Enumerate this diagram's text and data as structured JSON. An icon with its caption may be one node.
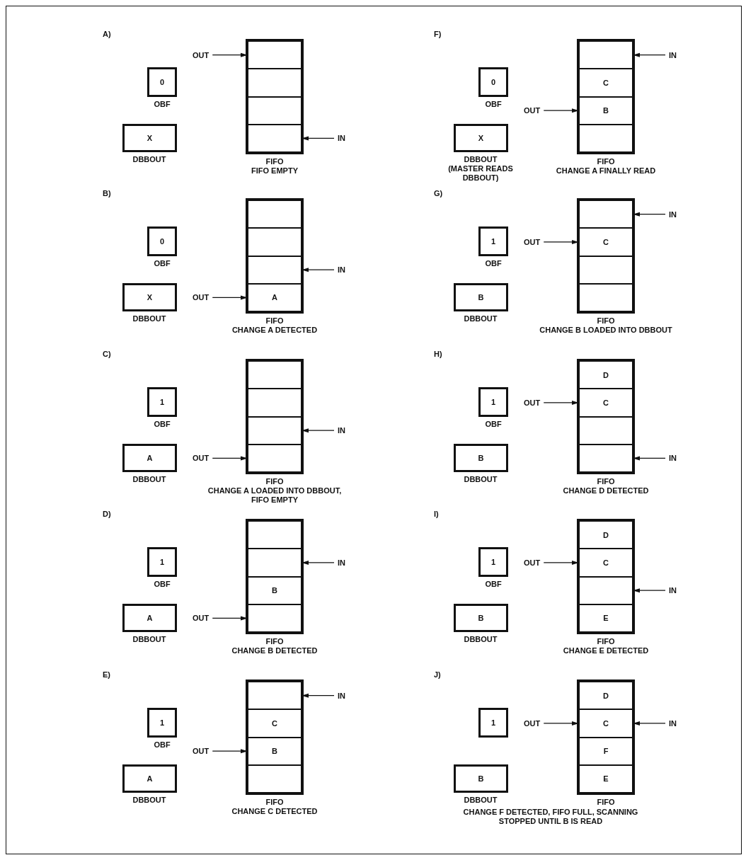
{
  "diagram": {
    "nodes": [
      {
        "text": [
          "0"
        ],
        "beside": [
          "OBF"
        ]
      },
      {
        "text": [
          "X"
        ],
        "beside": [
          "DBBOUT"
        ]
      },
      {
        "text": [],
        "shape": "box",
        "beside": [
          "FIFO",
          "FIFO EMPTY"
        ]
      },
      {
        "text": [],
        "shape": "box",
        "in": 2
      },
      {
        "text": [],
        "shape": "box",
        "in": 2
      },
      {
        "text": [],
        "shape": "box",
        "in": 2
      },
      {
        "text": [],
        "shape": "box",
        "in": 2
      },
      {
        "text": [
          "OUT"
        ]
      },
      {
        "text": [
          "IN"
        ]
      },
      {
        "text": [
          "0"
        ],
        "beside": [
          "OBF"
        ]
      },
      {
        "text": [
          "X"
        ],
        "beside": [
          "DBBOUT"
        ]
      },
      {
        "text": [],
        "shape": "box",
        "beside": [
          "FIFO",
          "CHANGE A DETECTED"
        ]
      },
      {
        "text": [],
        "shape": "box",
        "in": 11
      },
      {
        "text": [],
        "shape": "box",
        "in": 11
      },
      {
        "text": [],
        "shape": "box",
        "in": 11
      },
      {
        "text": [
          "A"
        ],
        "in": 11
      },
      {
        "text": [
          "OUT"
        ]
      },
      {
        "text": [
          "IN"
        ]
      },
      {
        "text": [
          "1"
        ],
        "beside": [
          "OBF"
        ]
      },
      {
        "text": [
          "A"
        ],
        "beside": [
          "DBBOUT"
        ]
      },
      {
        "text": [],
        "shape": "box",
        "beside": [
          "FIFO",
          "CHANGE A LOADED INTO DBBOUT, FIFO EMPTY"
        ]
      },
      {
        "text": [],
        "shape": "box",
        "in": 20
      },
      {
        "text": [],
        "shape": "box",
        "in": 20
      },
      {
        "text": [],
        "shape": "box",
        "in": 20
      },
      {
        "text": [],
        "shape": "box",
        "in": 20
      },
      {
        "text": [
          "OUT"
        ]
      },
      {
        "text": [
          "IN"
        ]
      },
      {
        "text": [
          "1"
        ],
        "beside": [
          "OBF"
        ]
      },
      {
        "text": [
          "A"
        ],
        "beside": [
          "DBBOUT"
        ]
      },
      {
        "text": [],
        "shape": "box",
        "beside": [
          "FIFO",
          "CHANGE B DETECTED"
        ]
      },
      {
        "text": [],
        "shape": "box",
        "in": 29
      },
      {
        "text": [],
        "shape": "box",
        "in": 29
      },
      {
        "text": [
          "B"
        ],
        "in": 29
      },
      {
        "text": [],
        "shape": "box",
        "in": 29
      },
      {
        "text": [
          "OUT"
        ]
      },
      {
        "text": [
          "IN"
        ]
      },
      {
        "text": [
          "1"
        ],
        "beside": [
          "OBF"
        ]
      },
      {
        "text": [
          "A"
        ],
        "beside": [
          "DBBOUT"
        ]
      },
      {
        "text": [],
        "shape": "box",
        "beside": [
          "FIFO",
          "CHANGE C DETECTED"
        ]
      },
      {
        "text": [],
        "shape": "box",
        "in": 38
      },
      {
        "text": [
          "C"
        ],
        "in": 38
      },
      {
        "text": [
          "B"
        ],
        "in": 38
      },
      {
        "text": [],
        "shape": "box",
        "in": 38
      },
      {
        "text": [
          "OUT"
        ]
      },
      {
        "text": [
          "IN"
        ]
      },
      {
        "text": [
          "0"
        ],
        "beside": [
          "OBF"
        ]
      },
      {
        "text": [
          "X"
        ],
        "beside": [
          "DBBOUT",
          "(MASTER READS DBBOUT)"
        ]
      },
      {
        "text": [],
        "shape": "box",
        "beside": [
          "FIFO",
          "CHANGE A FINALLY READ"
        ]
      },
      {
        "text": [],
        "shape": "box",
        "in": 47
      },
      {
        "text": [
          "C"
        ],
        "in": 47
      },
      {
        "text": [
          "B"
        ],
        "in": 47
      },
      {
        "text": [],
        "shape": "box",
        "in": 47
      },
      {
        "text": [
          "OUT"
        ]
      },
      {
        "text": [
          "IN"
        ]
      },
      {
        "text": [
          "1"
        ],
        "beside": [
          "OBF"
        ]
      },
      {
        "text": [
          "B"
        ],
        "beside": [
          "DBBOUT"
        ]
      },
      {
        "text": [],
        "shape": "box",
        "beside": [
          "FIFO",
          "CHANGE B LOADED INTO DBBOUT"
        ]
      },
      {
        "text": [],
        "shape": "box",
        "in": 56
      },
      {
        "text": [
          "C"
        ],
        "in": 56
      },
      {
        "text": [],
        "shape": "box",
        "in": 56
      },
      {
        "text": [],
        "shape": "box",
        "in": 56
      },
      {
        "text": [
          "OUT"
        ]
      },
      {
        "text": [
          "IN"
        ]
      },
      {
        "text": [
          "1"
        ],
        "beside": [
          "OBF"
        ]
      },
      {
        "text": [
          "B"
        ],
        "beside": [
          "DBBOUT"
        ]
      },
      {
        "text": [],
        "shape": "box",
        "beside": [
          "FIFO",
          "CHANGE D DETECTED"
        ]
      },
      {
        "text": [
          "D"
        ],
        "in": 65
      },
      {
        "text": [
          "C"
        ],
        "in": 65
      },
      {
        "text": [],
        "shape": "box",
        "in": 65
      },
      {
        "text": [],
        "shape": "box",
        "in": 65
      },
      {
        "text": [
          "OUT"
        ]
      },
      {
        "text": [
          "IN"
        ]
      },
      {
        "text": [
          "1"
        ],
        "beside": [
          "OBF"
        ]
      },
      {
        "text": [
          "B"
        ],
        "beside": [
          "DBBOUT"
        ]
      },
      {
        "text": [],
        "shape": "box",
        "beside": [
          "FIFO",
          "CHANGE E DETECTED"
        ]
      },
      {
        "text": [
          "D"
        ],
        "in": 74
      },
      {
        "text": [
          "C"
        ],
        "in": 74
      },
      {
        "text": [],
        "shape": "box",
        "in": 74
      },
      {
        "text": [
          "E"
        ],
        "in": 74
      },
      {
        "text": [
          "OUT"
        ]
      },
      {
        "text": [
          "IN"
        ]
      },
      {
        "text": [
          "1"
        ]
      },
      {
        "text": [
          "B"
        ],
        "beside": [
          "DBBOUT"
        ]
      },
      {
        "text": [],
        "shape": "box",
        "beside": [
          "FIFO"
        ]
      },
      {
        "text": [
          "D"
        ],
        "in": 83
      },
      {
        "text": [
          "C"
        ],
        "in": 83
      },
      {
        "text": [
          "F"
        ],
        "in": 83
      },
      {
        "text": [
          "E"
        ],
        "in": 83
      },
      {
        "text": [
          "OUT"
        ]
      },
      {
        "text": [
          "IN"
        ]
      }
    ],
    "edges": [
      {
        "from": 7,
        "to": 3,
        "arrow": "to"
      },
      {
        "from": 8,
        "to": 6,
        "arrow": "to"
      },
      {
        "from": 16,
        "to": 15,
        "arrow": "to"
      },
      {
        "from": 17,
        "to": 14,
        "arrow": "to"
      },
      {
        "from": 25,
        "to": 24,
        "arrow": "to"
      },
      {
        "from": 26,
        "to": 23,
        "arrow": "to"
      },
      {
        "from": 34,
        "to": 33,
        "arrow": "to"
      },
      {
        "from": 35,
        "to": 31,
        "arrow": "to"
      },
      {
        "from": 43,
        "to": 41,
        "arrow": "to"
      },
      {
        "from": 44,
        "to": 39,
        "arrow": "to"
      },
      {
        "from": 52,
        "to": 50,
        "arrow": "to"
      },
      {
        "from": 53,
        "to": 48,
        "arrow": "to"
      },
      {
        "from": 61,
        "to": 58,
        "arrow": "to"
      },
      {
        "from": 62,
        "to": 57,
        "arrow": "to"
      },
      {
        "from": 70,
        "to": 67,
        "arrow": "to"
      },
      {
        "from": 71,
        "to": 69,
        "arrow": "to"
      },
      {
        "from": 79,
        "to": 76,
        "arrow": "to"
      },
      {
        "from": 80,
        "to": 77,
        "arrow": "to"
      },
      {
        "from": 88,
        "to": 85,
        "arrow": "to"
      },
      {
        "from": 89,
        "to": 85,
        "arrow": "to"
      }
    ],
    "labels": [
      "A)",
      "B)",
      "C)",
      "D)",
      "E)",
      "F)",
      "G)",
      "H)",
      "I)",
      "J)",
      "CHANGE F DETECTED, FIFO FULL, SCANNING STOPPED UNTIL B IS READ"
    ]
  }
}
